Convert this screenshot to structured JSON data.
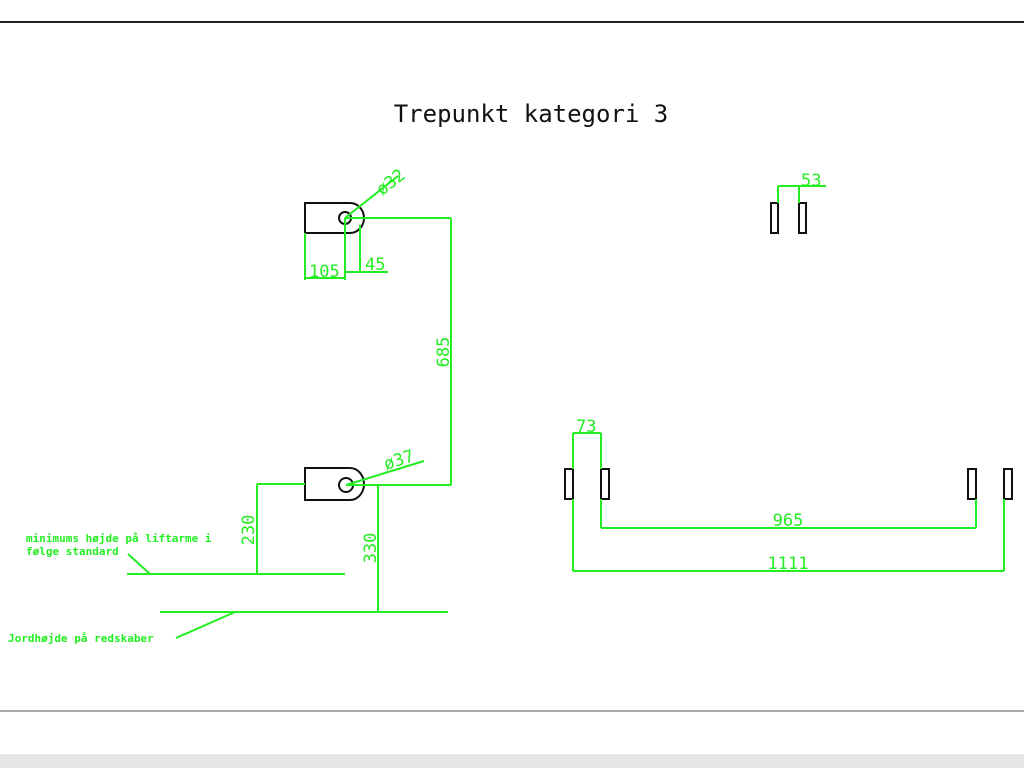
{
  "title": "Trepunkt kategori 3",
  "colors": {
    "dimension": "#22ee22",
    "outline": "#111111",
    "frame": "#222222",
    "bottom_bar": "#e6e6e6"
  },
  "top_pin": {
    "diameter_label": "ø32",
    "width_label": "105",
    "offset_label": "45"
  },
  "bottom_pin": {
    "diameter_label": "ø37"
  },
  "height_between_label": "685",
  "lift_height_label": "230",
  "ground_height_label": "330",
  "annotations": {
    "min_height_line1": "minimums højde på liftarme i",
    "min_height_line2": "følge standard",
    "ground": "Jordhøjde på redskaber"
  },
  "top_view": {
    "top_width_label": "53",
    "lower_width_label": "73",
    "inner_span_label": "965",
    "outer_span_label": "1111"
  }
}
